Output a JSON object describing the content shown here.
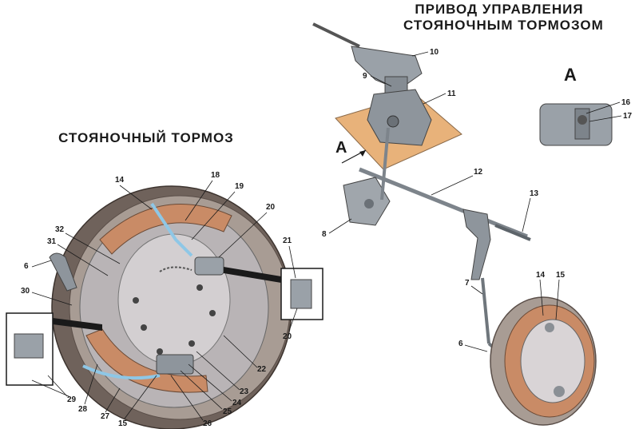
{
  "titles": {
    "right_line1": "ПРИВОД  УПРАВЛЕНИЯ",
    "right_line2": "СТОЯНОЧНЫМ  ТОРМОЗОМ",
    "left": "СТОЯНОЧНЫЙ  ТОРМОЗ",
    "view_a": "А",
    "arrow_a": "А"
  },
  "callouts": {
    "n10": "10",
    "n9": "9",
    "n11": "11",
    "n16": "16",
    "n17": "17",
    "n12": "12",
    "n13": "13",
    "n8": "8",
    "n7": "7",
    "n6r": "6",
    "n14r": "14",
    "n15r": "15",
    "n14": "14",
    "n18": "18",
    "n19": "19",
    "n20a": "20",
    "n21": "21",
    "n20b": "20",
    "n32": "32",
    "n31": "31",
    "n6": "6",
    "n30": "30",
    "n22": "22",
    "n23": "23",
    "n24": "24",
    "n25": "25",
    "n26": "26",
    "n15": "15",
    "n27": "27",
    "n28": "28",
    "n29": "29"
  },
  "colors": {
    "drum": "#a89c94",
    "drum_dark": "#6f625b",
    "shoe": "#c98b66",
    "plate": "#b9b4b6",
    "spring": "#8ec7e6",
    "floor_pad": "#e8b27a",
    "metal": "#9aa1a8"
  }
}
